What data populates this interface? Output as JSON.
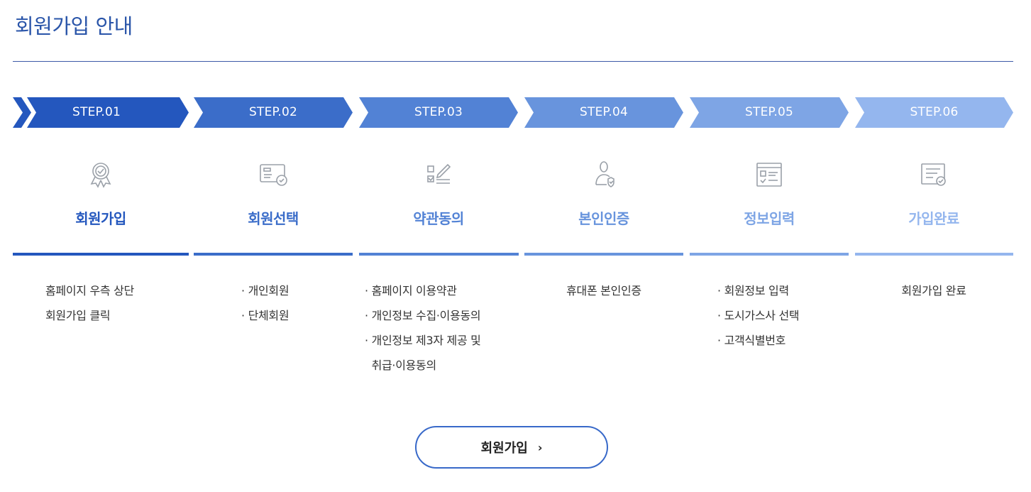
{
  "page_title": "회원가입 안내",
  "colors": {
    "title": "#2a55a9",
    "rule": "#3d5aa8",
    "button_border": "#3869c9"
  },
  "steps": [
    {
      "label": "STEP.01",
      "name": "회원가입",
      "icon": "award-ribbon-icon",
      "color": "#2457be",
      "desc_lines": [
        "홈페이지 우측 상단",
        "회원가입 클릭"
      ]
    },
    {
      "label": "STEP.02",
      "name": "회원선택",
      "icon": "id-card-check-icon",
      "color": "#3b6dc9",
      "desc_lines": [
        "· 개인회원",
        "· 단체회원"
      ]
    },
    {
      "label": "STEP.03",
      "name": "약관동의",
      "icon": "checklist-pen-icon",
      "color": "#5282d5",
      "desc_lines": [
        "· 홈페이지 이용약관",
        "· 개인정보 수집·이용동의",
        "· 개인정보 제3자 제공 및",
        "  취급·이용동의"
      ]
    },
    {
      "label": "STEP.04",
      "name": "본인인증",
      "icon": "person-verify-icon",
      "color": "#6894dd",
      "desc_lines": [
        "휴대폰 본인인증"
      ]
    },
    {
      "label": "STEP.05",
      "name": "정보입력",
      "icon": "form-window-icon",
      "color": "#7ea5e5",
      "desc_lines": [
        "· 회원정보 입력",
        "· 도시가스사 선택",
        "· 고객식별번호"
      ]
    },
    {
      "label": "STEP.06",
      "name": "가입완료",
      "icon": "certificate-check-icon",
      "color": "#94b6ee",
      "desc_lines": [
        "회원가입 완료"
      ]
    }
  ],
  "join_button": {
    "label": "회원가입",
    "icon": "chevron-right-icon"
  }
}
